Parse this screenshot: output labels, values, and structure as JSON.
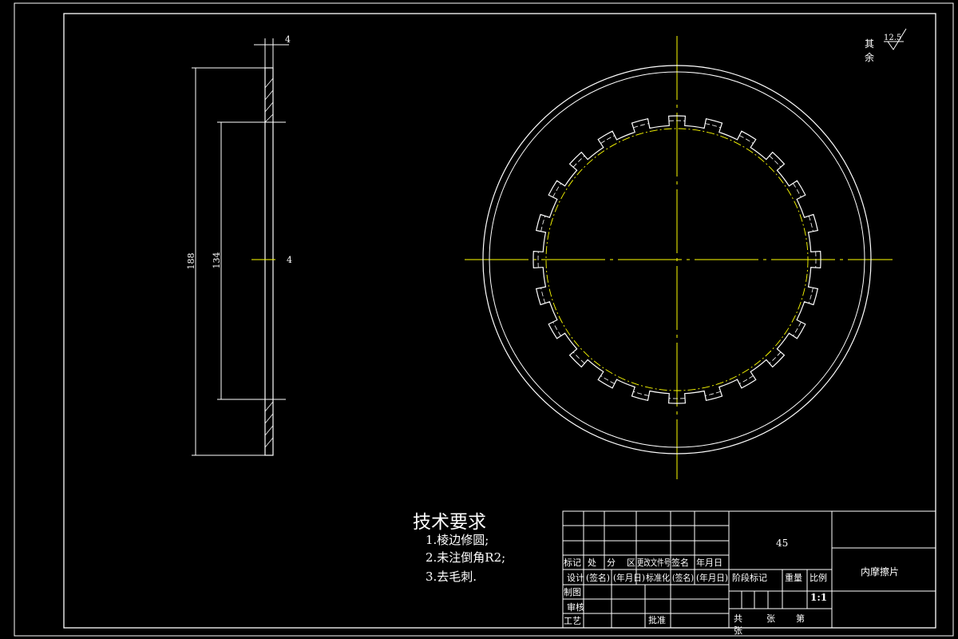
{
  "surface_finish": {
    "line1": "其",
    "line2": "余",
    "value": "12.5"
  },
  "side_view": {
    "thickness": "4",
    "outer_dim": "188",
    "inner_dim": "134",
    "center_thickness": "4"
  },
  "tech_requirements": {
    "title": "技术要求",
    "items": [
      "1.棱边修圆;",
      "2.未注倒角R2;",
      "3.去毛刺."
    ]
  },
  "title_block": {
    "material": "45",
    "part_name": "内摩擦片",
    "scale": "1:1",
    "row_labels": {
      "biaoji": "标记",
      "chu": "处",
      "fen": "分",
      "qu": "区",
      "gengai": "更改文件号",
      "qianming": "签名",
      "nianyueri": "年月日",
      "sheji": "设计",
      "qianming2": "(签名)",
      "nianyueri2": "(年月日)",
      "biaozhunhua": "标准化",
      "qianming3": "(签名)",
      "nianyueri3": "(年月日)",
      "zhitu": "制图",
      "shenhe": "审核",
      "gongyi": "工艺",
      "pizhun": "批准",
      "jieduan": "阶段标记",
      "zhongliang": "重量",
      "bili": "比例",
      "gong": "共",
      "zhang1": "张",
      "di": "第",
      "zhang2": "张"
    }
  },
  "colors": {
    "outline": "#ffffff",
    "centerline": "#ffff00",
    "background": "#000000"
  }
}
